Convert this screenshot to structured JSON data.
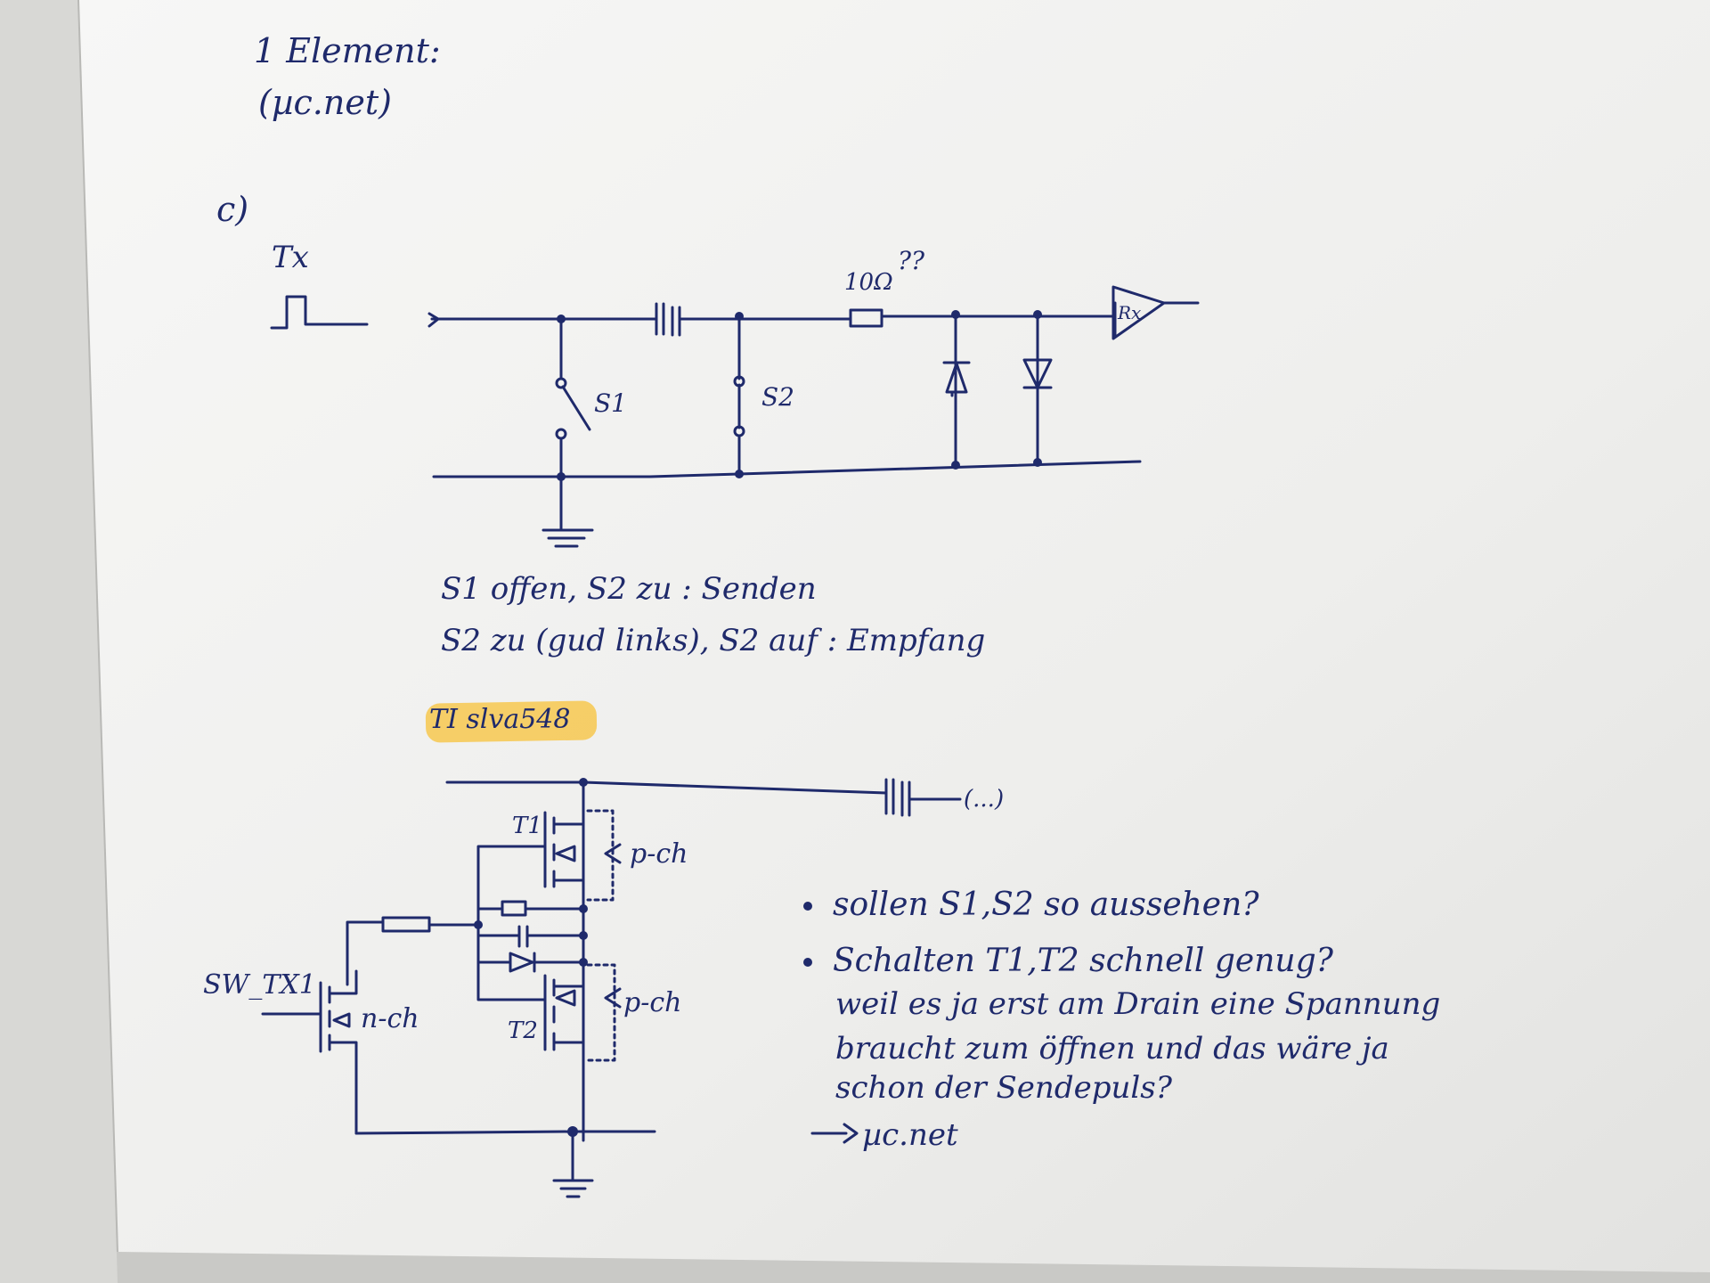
{
  "header": {
    "line1": "1 Element:",
    "line2": "(µc.net)"
  },
  "section_label": "c)",
  "circuit1": {
    "tx_label": "Tx",
    "resistor_label": "10Ω",
    "resistor_note": "??",
    "switch1_label": "S1",
    "switch2_label": "S2",
    "receiver_label": "Rx"
  },
  "notes": {
    "send_mode": "S1 offen, S2 zu : Senden",
    "receive_mode": "S2 zu (gud links), S2 auf : Empfang"
  },
  "reference_label": "TI slva548",
  "circuit2": {
    "t1_label": "T1",
    "t2_label": "T2",
    "p_ch_top": "p-ch",
    "p_ch_bottom": "p-ch",
    "n_ch": "n-ch",
    "sw_label": "SW_TX1",
    "continuation": "(...)"
  },
  "questions": [
    "sollen S1,S2 so aussehen?",
    "Schalten T1,T2 schnell genug?"
  ],
  "explanation": [
    "weil es ja erst am Drain eine Spannung",
    "braucht zum öffnen und das wäre ja",
    "schon der Sendepuls?"
  ],
  "reference_link": "µc.net",
  "colors": {
    "ink": "#1f2a6b",
    "highlighter": "#f7c23a",
    "paper": "#f2f2f0",
    "background": "#cfcfcc"
  }
}
